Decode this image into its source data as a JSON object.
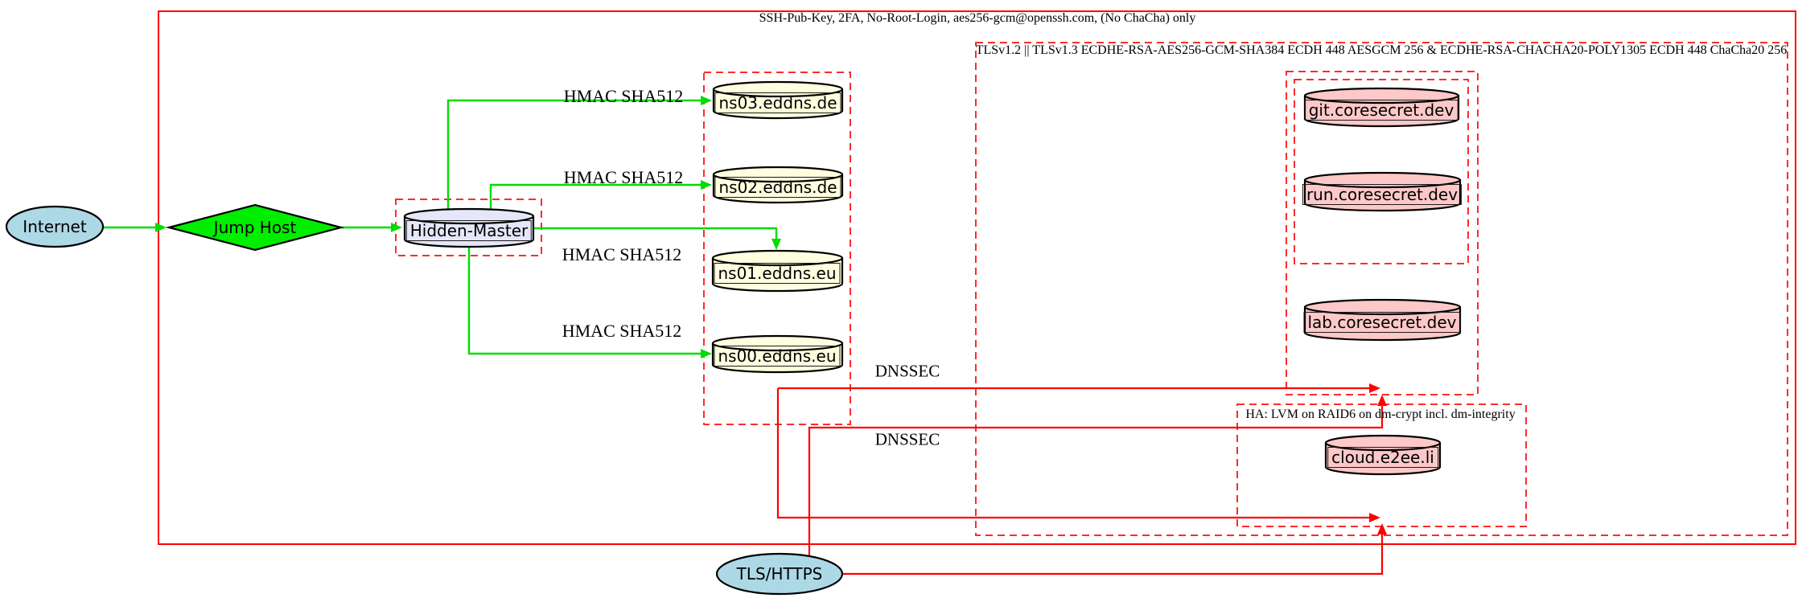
{
  "clusters": {
    "ssh": {
      "label": "SSH-Pub-Key, 2FA, No-Root-Login, aes256-gcm@openssh.com, (No ChaCha) only"
    },
    "tls": {
      "label": "TLSv1.2 || TLSv1.3 ECDHE-RSA-AES256-GCM-SHA384 ECDH 448 AESGCM 256 & ECDHE-RSA-CHACHA20-POLY1305 ECDH 448 ChaCha20 256"
    },
    "ha": {
      "label": "HA: LVM on RAID6 on dm-crypt incl. dm-integrity"
    }
  },
  "nodes": {
    "internet": "Internet",
    "jump_host": "Jump Host",
    "hidden_master": "Hidden-Master",
    "ns03": "ns03.eddns.de",
    "ns02": "ns02.eddns.de",
    "ns01": "ns01.eddns.eu",
    "ns00": "ns00.eddns.eu",
    "git": "git.coresecret.dev",
    "run": "run.coresecret.dev",
    "lab": "lab.coresecret.dev",
    "cloud": "cloud.e2ee.li",
    "tls_https": "TLS/HTTPS"
  },
  "edge_labels": {
    "hmac": [
      "HMAC SHA512",
      "HMAC SHA512",
      "HMAC SHA512",
      "HMAC SHA512"
    ],
    "dnssec": [
      "DNSSEC",
      "DNSSEC"
    ]
  },
  "colors": {
    "edge_green": "#00dd00",
    "node_green": "#00ee00",
    "edge_red": "#ff0000",
    "cluster_red": "#ff2b2b",
    "node_blue": "#add8e6",
    "node_lavender": "#e6e6fa",
    "node_yellow": "#ffffe0",
    "node_pink": "#fdc8c8"
  }
}
